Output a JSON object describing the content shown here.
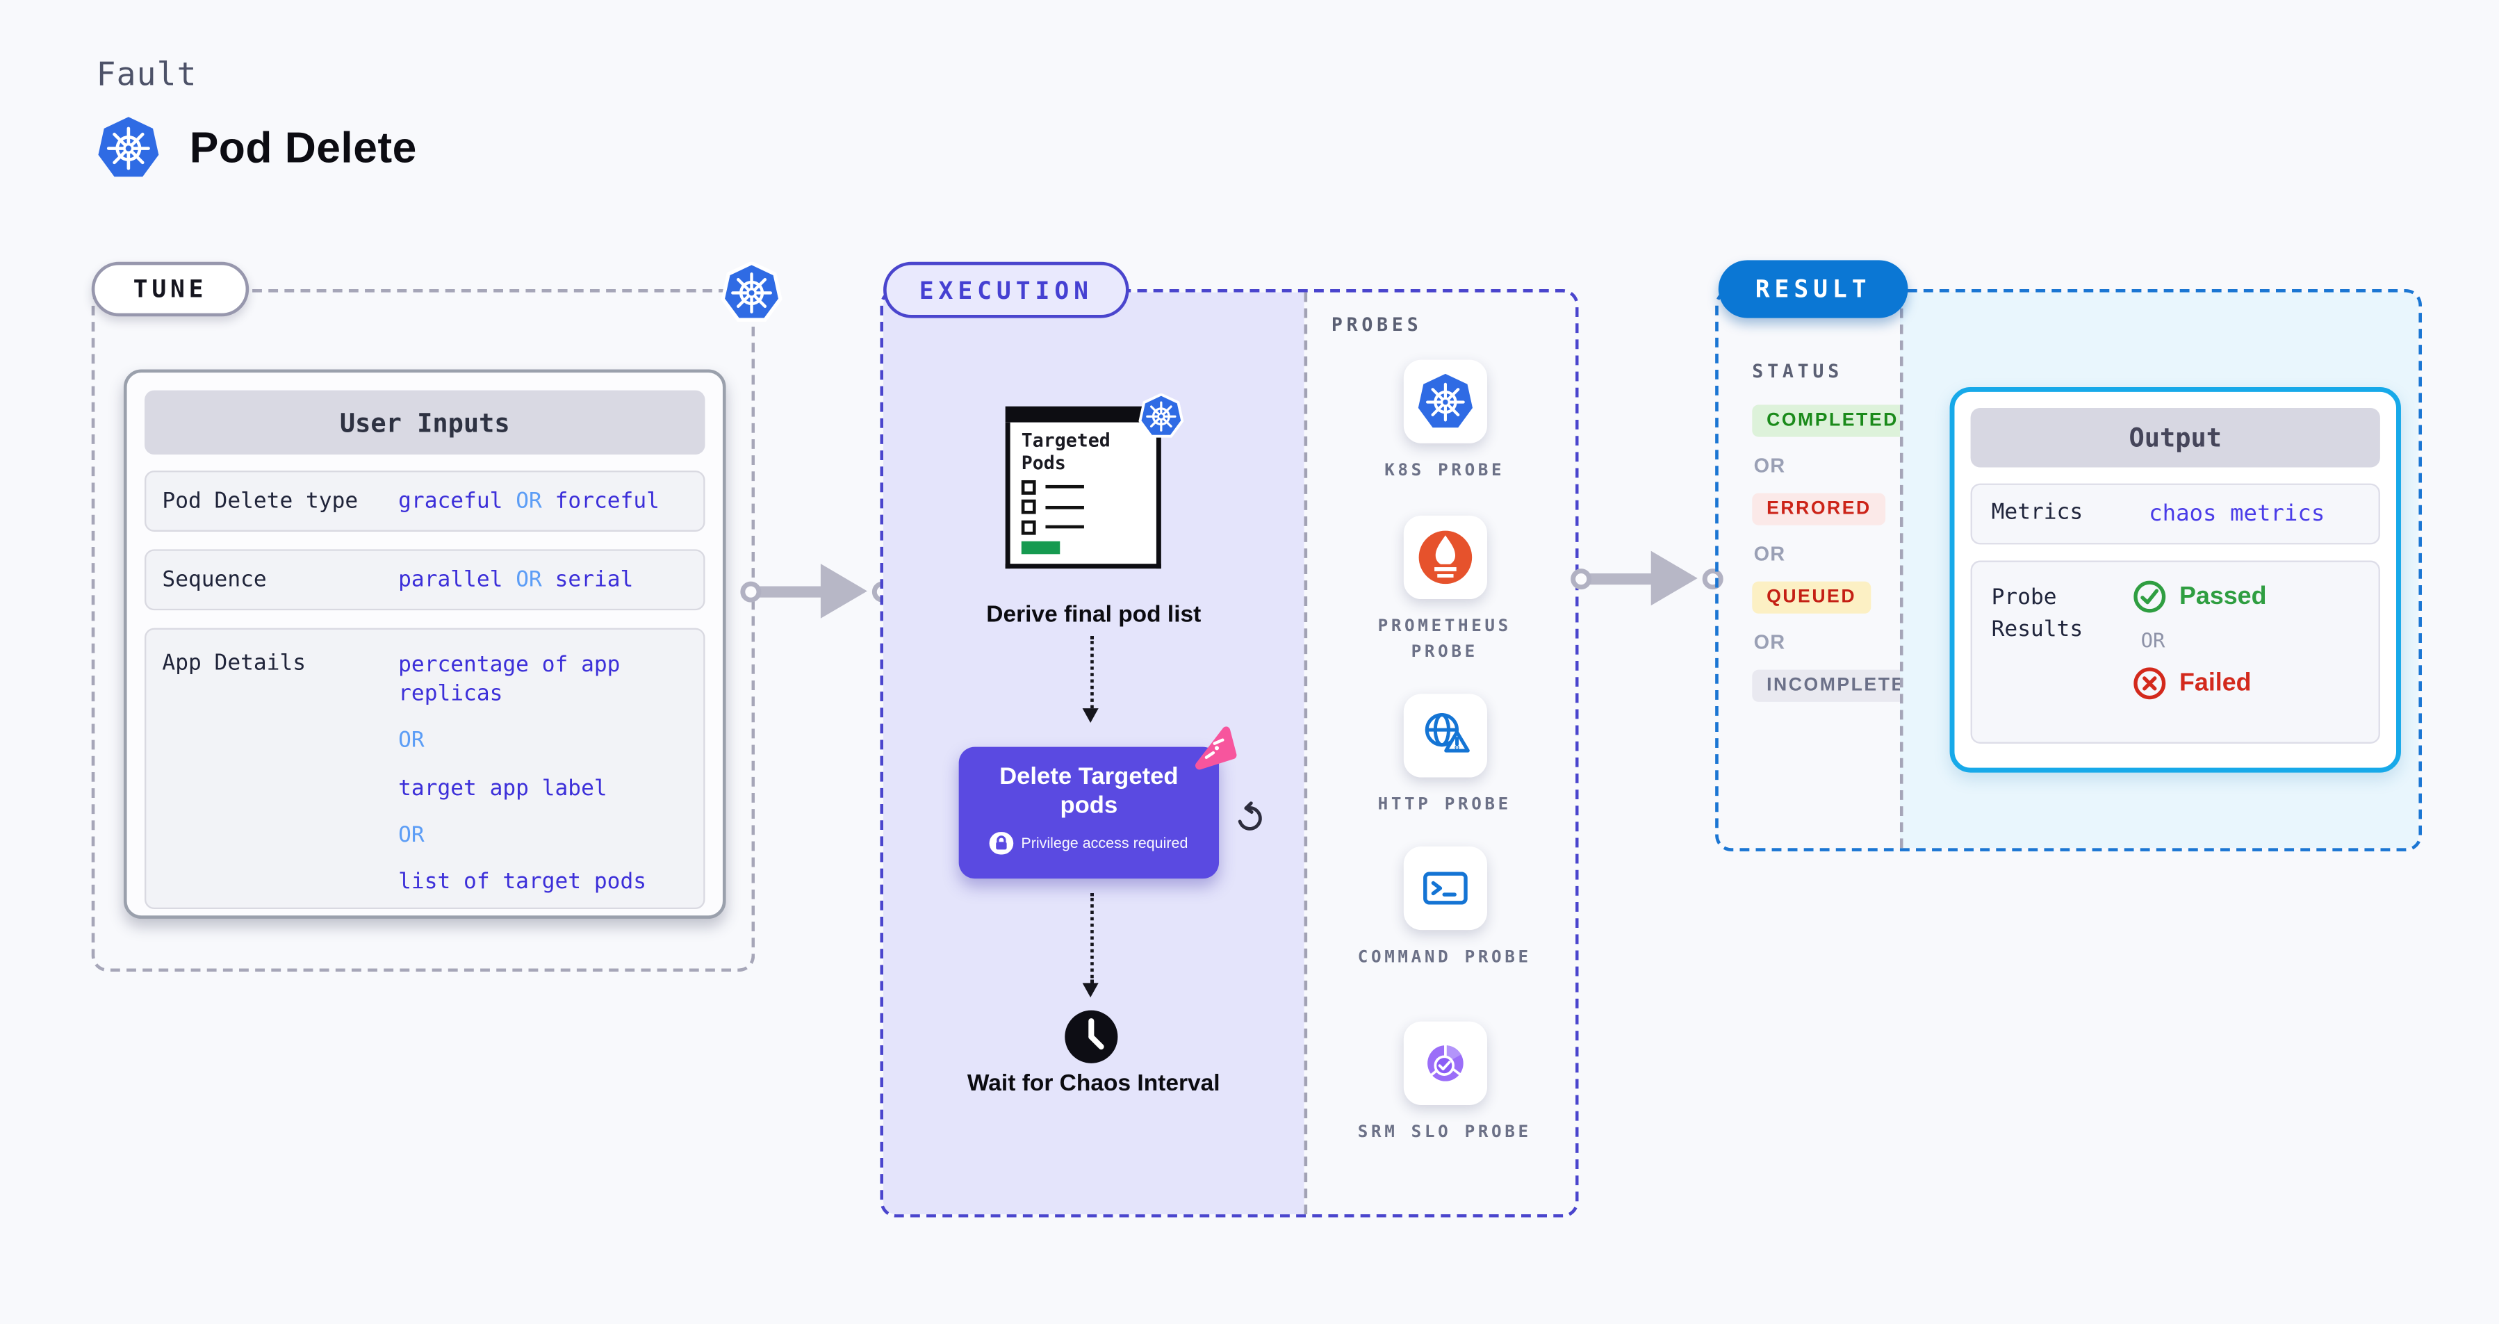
{
  "header": {
    "kicker": "Fault",
    "title": "Pod Delete"
  },
  "tune": {
    "label": "TUNE",
    "panel_title": "User Inputs",
    "rows": [
      {
        "label": "Pod Delete type",
        "value_pre": "graceful",
        "value_or": "OR",
        "value_post": "forceful"
      },
      {
        "label": "Sequence",
        "value_pre": "parallel",
        "value_or": "OR",
        "value_post": "serial"
      },
      {
        "label": "App Details",
        "value_lines": [
          "percentage of app replicas",
          "OR",
          "target app label",
          "OR",
          "list of target pods"
        ]
      }
    ]
  },
  "execution": {
    "label": "EXECUTION",
    "step1": {
      "title": "Targeted Pods",
      "caption": "Derive final pod list"
    },
    "step2": {
      "title": "Delete Targeted pods",
      "privilege_note": "Privilege access required"
    },
    "step3": {
      "caption": "Wait for Chaos Interval"
    },
    "probes": {
      "heading": "PROBES",
      "items": [
        {
          "label": "K8S PROBE",
          "icon": "k8s-icon"
        },
        {
          "label": "PROMETHEUS PROBE",
          "icon": "prometheus-icon"
        },
        {
          "label": "HTTP PROBE",
          "icon": "http-globe-warning-icon"
        },
        {
          "label": "COMMAND PROBE",
          "icon": "terminal-icon"
        },
        {
          "label": "SRM SLO PROBE",
          "icon": "slo-pie-check-icon"
        }
      ]
    }
  },
  "result": {
    "label": "RESULT",
    "status_heading": "STATUS",
    "or_label": "OR",
    "statuses": [
      {
        "text": "COMPLETED",
        "fg": "#1a8a1a",
        "bg": "#ddf2da"
      },
      {
        "text": "ERRORED",
        "fg": "#cc2318",
        "bg": "#fbe9e8"
      },
      {
        "text": "QUEUED",
        "fg": "#c41f14",
        "bg": "#fcf0c4"
      },
      {
        "text": "INCOMPLETED",
        "fg": "#6b7088",
        "bg": "#e9e9f0"
      }
    ],
    "output": {
      "title": "Output",
      "metrics_label": "Metrics",
      "metrics_value": "chaos metrics",
      "probe_results_label": "Probe Results",
      "passed": "Passed",
      "or_label": "OR",
      "failed": "Failed"
    }
  },
  "colors": {
    "page_bg": "#f8f9fc",
    "execution_accent": "#4a45cd",
    "execution_fill": "#e4e4fb",
    "result_accent": "#1b76d3",
    "result_pill_bg": "#0b77d4",
    "output_border": "#17a9e9",
    "output_area_bg": "#e9f6fd",
    "value_blue": "#3c2fd9",
    "or_light_blue": "#5c9df6",
    "delete_card_purple": "#5a4ae1",
    "chaos_pink": "#f7559d",
    "passed_green": "#2f9e41",
    "failed_red": "#d3291c",
    "kubernetes_blue": "#2f6be4",
    "prometheus_orange": "#e6522c",
    "gray_arrow": "#b7b7c6"
  }
}
